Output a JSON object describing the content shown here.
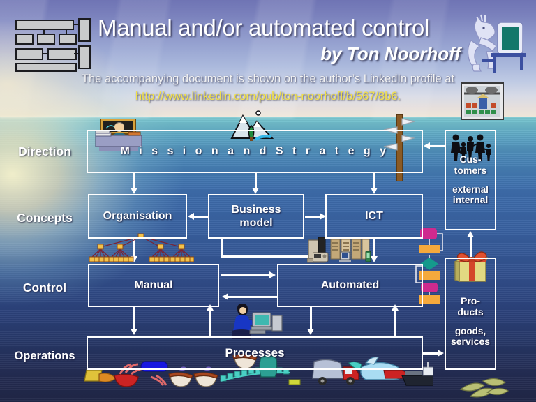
{
  "header": {
    "title": "Manual and/or automated control",
    "author": "by Ton Noorhoff",
    "note_line1": "The accompanying document is shown on the author’s LinkedIn profile at",
    "note_line2": "http://www.linkedin.com/pub/ton-noorhoff/b/567/8b6.",
    "logo_name": "block-diagram-logo",
    "clipart_horse": "horse-at-computer-icon"
  },
  "rows": {
    "direction": "Direction",
    "concepts": "Concepts",
    "control": "Control",
    "operations": "Operations"
  },
  "boxes": {
    "mission": "M i s s i o n   a n d   S t r a t e g y",
    "organisation": "Organisation",
    "business_model_l1": "Business",
    "business_model_l2": "model",
    "ict": "ICT",
    "manual": "Manual",
    "automated": "Automated",
    "processes": "Processes",
    "customers_l1": "Cus-",
    "customers_l2": "tomers",
    "customers_note_l1": "external",
    "customers_note_l2": "internal",
    "products_l1": "Pro-",
    "products_l2": "ducts",
    "products_note_l1": "goods,",
    "products_note_l2": "services"
  },
  "clipart": {
    "desk": "teacher-at-desk-icon",
    "mountains": "mountain-landscape-icon",
    "signpost": "direction-signpost-icon",
    "stall": "market-stall-picture-icon",
    "family": "family-silhouettes-icon",
    "gift": "gift-box-icon",
    "tree": "org-chart-tree-icon",
    "servers": "server-racks-icon",
    "devices": "small-devices-icon",
    "flowchart": "flowchart-strip-icon",
    "woman_pc": "woman-at-computer-icon",
    "chain": "production-chain-icon",
    "sheaf": "wheat-sheaf-icon"
  },
  "colors": {
    "box_border": "#ffffff",
    "text": "#ffffff",
    "url_text": "#f3e24a",
    "sea_mid": "#3a5b9c",
    "sea_deep": "#232b50",
    "sky": "#8c96c9",
    "flow_orange": "#f5a93c",
    "flow_magenta": "#cf2a8e",
    "flow_teal": "#15998c",
    "tree_node": "#f0c040"
  }
}
